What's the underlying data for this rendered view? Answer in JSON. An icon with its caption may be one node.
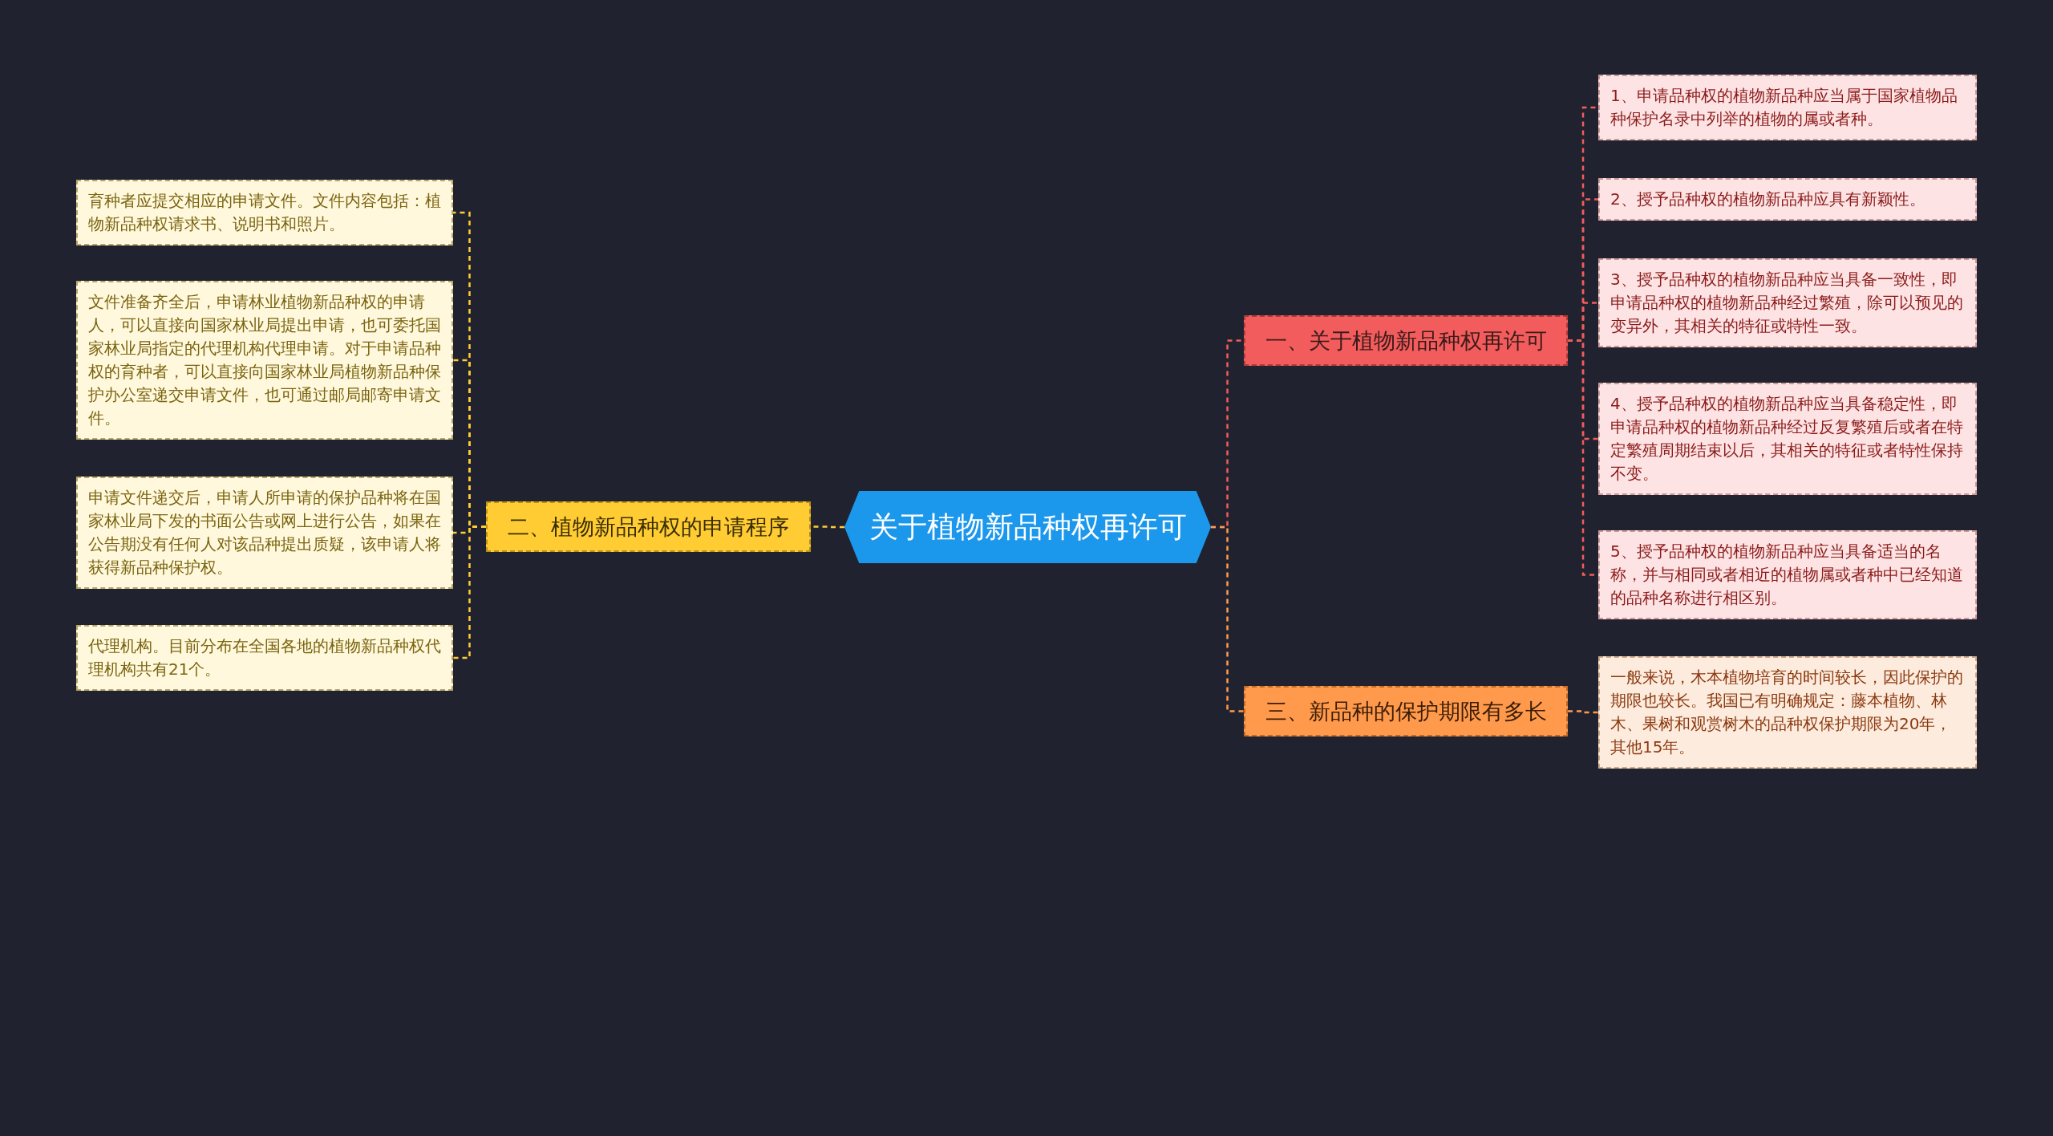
{
  "diagram": {
    "nodes": [
      {
        "text": [
          "关于植物新品种权再许可"
        ]
      },
      {
        "text": [
          "一、关于植物新品种权再许可"
        ]
      },
      {
        "text": [
          "1、申请品种权的植物新品种应当属于国家植物品种保护名录中列举的植物的属或者种。"
        ]
      },
      {
        "text": [
          "2、授予品种权的植物新品种应具有新颖性。"
        ]
      },
      {
        "text": [
          "3、授予品种权的植物新品种应当具备一致性，即申请品种权的植物新品种经过繁殖，除可以预见的变异外，其相关的特征或特性一致。"
        ]
      },
      {
        "text": [
          "4、授予品种权的植物新品种应当具备稳定性，即申请品种权的植物新品种经过反复繁殖后或者在特定繁殖周期结束以后，其相关的特征或者特性保持不变。"
        ]
      },
      {
        "text": [
          "5、授予品种权的植物新品种应当具备适当的名称，并与相同或者相近的植物属或者种中已经知道的品种名称进行相区别。"
        ]
      },
      {
        "text": [
          "二、植物新品种权的申请程序"
        ]
      },
      {
        "text": [
          "育种者应提交相应的申请文件。文件内容包括：植物新品种权请求书、说明书和照片。"
        ]
      },
      {
        "text": [
          "文件准备齐全后，申请林业植物新品种权的申请人，可以直接向国家林业局提出申请，也可委托国家林业局指定的代理机构代理申请。对于申请品种权的育种者，可以直接向国家林业局植物新品种保护办公室递交申请文件，也可通过邮局邮寄申请文件。"
        ]
      },
      {
        "text": [
          "申请文件递交后，申请人所申请的保护品种将在国家林业局下发的书面公告或网上进行公告，如果在公告期没有任何人对该品种提出质疑，该申请人将获得新品种保护权。"
        ]
      },
      {
        "text": [
          "代理机构。目前分布在全国各地的植物新品种权代理机构共有21个。"
        ]
      },
      {
        "text": [
          "三、新品种的保护期限有多长"
        ]
      },
      {
        "text": [
          "一般来说，木本植物培育的时间较长，因此保护的期限也较长。我国已有明确规定：藤本植物、林木、果树和观赏树木的品种权保护期限为20年，其他15年。"
        ]
      }
    ],
    "edges": [
      {
        "from": 0,
        "to": 1,
        "arrow": "none",
        "color": "#f25c5c"
      },
      {
        "from": 1,
        "to": 2,
        "arrow": "none",
        "color": "#f25c5c"
      },
      {
        "from": 1,
        "to": 3,
        "arrow": "none",
        "color": "#f25c5c"
      },
      {
        "from": 1,
        "to": 4,
        "arrow": "none",
        "color": "#f25c5c"
      },
      {
        "from": 1,
        "to": 5,
        "arrow": "none",
        "color": "#f25c5c"
      },
      {
        "from": 1,
        "to": 6,
        "arrow": "none",
        "color": "#f25c5c"
      },
      {
        "from": 0,
        "to": 7,
        "arrow": "none",
        "color": "#ffcc33"
      },
      {
        "from": 7,
        "to": 8,
        "arrow": "none",
        "color": "#ffcc33"
      },
      {
        "from": 7,
        "to": 9,
        "arrow": "none",
        "color": "#ffcc33"
      },
      {
        "from": 7,
        "to": 10,
        "arrow": "none",
        "color": "#ffcc33"
      },
      {
        "from": 7,
        "to": 11,
        "arrow": "none",
        "color": "#ffcc33"
      },
      {
        "from": 0,
        "to": 12,
        "arrow": "none",
        "color": "#ff9a4d"
      },
      {
        "from": 12,
        "to": 13,
        "arrow": "none",
        "color": "#ff9a4d"
      }
    ]
  }
}
